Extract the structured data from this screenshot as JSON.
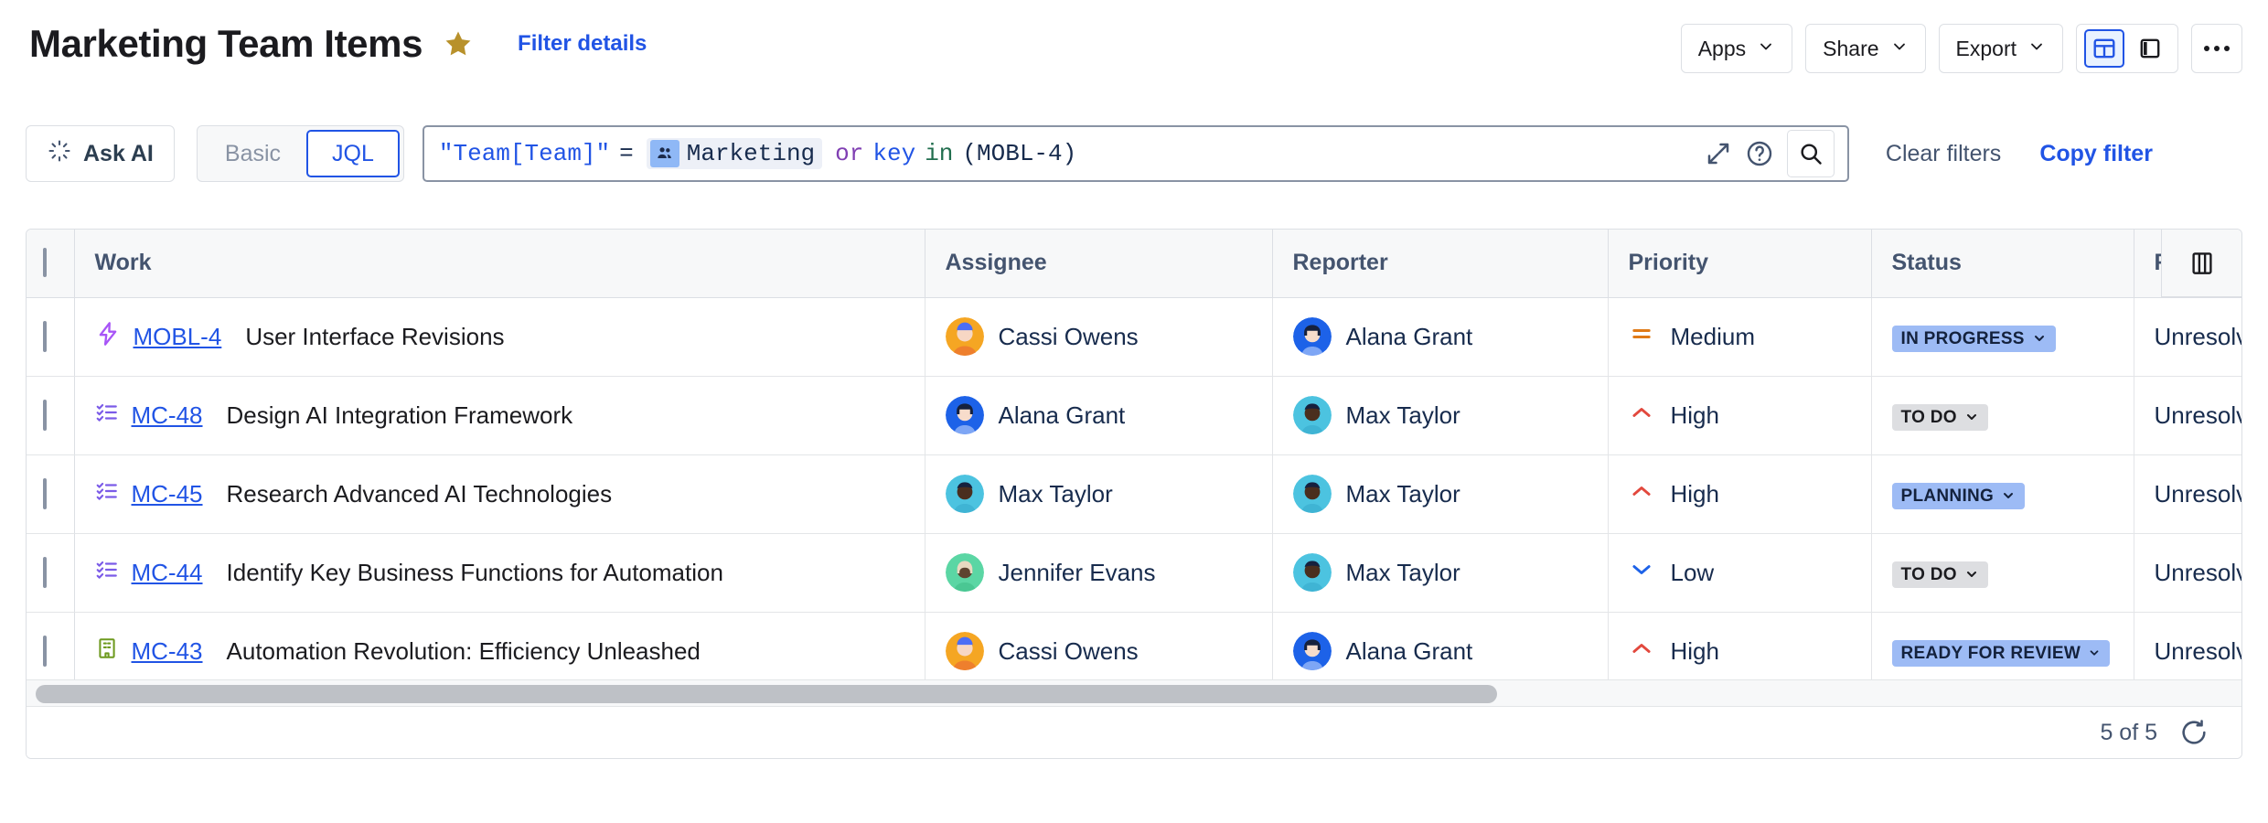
{
  "header": {
    "title": "Marketing Team Items",
    "star_icon": "star-icon",
    "filter_details_label": "Filter details",
    "actions": {
      "apps_label": "Apps",
      "share_label": "Share",
      "export_label": "Export",
      "detail_view_icon": "table-view-icon",
      "split_view_icon": "split-view-icon",
      "more_icon": "more-actions-icon"
    }
  },
  "filter_bar": {
    "ask_ai_label": "Ask AI",
    "ask_ai_icon": "sparkle-icon",
    "mode_basic_label": "Basic",
    "mode_jql_label": "JQL",
    "active_mode": "JQL",
    "jql": {
      "field": "\"Team[Team]\"",
      "operator": "=",
      "chip_icon": "team-avatar-icon",
      "chip_value": "Marketing",
      "conjunction": "or",
      "second_field": "key",
      "second_operator": "in",
      "second_value": "(MOBL-4)",
      "full_text": "\"Team[Team]\" = Marketing or key in (MOBL-4)"
    },
    "expand_icon": "expand-icon",
    "help_icon": "help-icon",
    "search_icon": "search-icon",
    "clear_filters_label": "Clear filters",
    "copy_filter_label": "Copy filter"
  },
  "table": {
    "select_all_icon": "checkbox-unchecked-icon",
    "column_settings_icon": "column-settings-icon",
    "columns": [
      {
        "key": "work",
        "label": "Work"
      },
      {
        "key": "assignee",
        "label": "Assignee"
      },
      {
        "key": "reporter",
        "label": "Reporter"
      },
      {
        "key": "priority",
        "label": "Priority"
      },
      {
        "key": "status",
        "label": "Status"
      },
      {
        "key": "resolution",
        "label": "R"
      }
    ],
    "rows": [
      {
        "type_icon": "story-lightning-icon",
        "type_color": "#A855F7",
        "key": "MOBL-4",
        "summary": "User Interface Revisions",
        "assignee": "Cassi Owens",
        "assignee_avatar_color": "#F5A623",
        "reporter": "Alana Grant",
        "reporter_avatar_color": "#1D62E8",
        "priority": "Medium",
        "priority_icon": "priority-medium-icon",
        "priority_color": "#E07A17",
        "status": "IN PROGRESS",
        "status_style": "blue",
        "resolution": "Unresolved"
      },
      {
        "type_icon": "task-checklist-icon",
        "type_color": "#7B5BE8",
        "key": "MC-48",
        "summary": "Design AI Integration Framework",
        "assignee": "Alana Grant",
        "assignee_avatar_color": "#1D62E8",
        "reporter": "Max Taylor",
        "reporter_avatar_color": "#4CC3E0",
        "priority": "High",
        "priority_icon": "priority-high-icon",
        "priority_color": "#E2483D",
        "status": "TO DO",
        "status_style": "grey",
        "resolution": "Unresolved"
      },
      {
        "type_icon": "task-checklist-icon",
        "type_color": "#7B5BE8",
        "key": "MC-45",
        "summary": "Research Advanced AI Technologies",
        "assignee": "Max Taylor",
        "assignee_avatar_color": "#4CC3E0",
        "reporter": "Max Taylor",
        "reporter_avatar_color": "#4CC3E0",
        "priority": "High",
        "priority_icon": "priority-high-icon",
        "priority_color": "#E2483D",
        "status": "PLANNING",
        "status_style": "blue",
        "resolution": "Unresolved"
      },
      {
        "type_icon": "task-checklist-icon",
        "type_color": "#7B5BE8",
        "key": "MC-44",
        "summary": "Identify Key Business Functions for Automation",
        "assignee": "Jennifer Evans",
        "assignee_avatar_color": "#5BD6A4",
        "reporter": "Max Taylor",
        "reporter_avatar_color": "#4CC3E0",
        "priority": "Low",
        "priority_icon": "priority-low-icon",
        "priority_color": "#1D62E8",
        "status": "TO DO",
        "status_style": "grey",
        "resolution": "Unresolved"
      },
      {
        "type_icon": "business-building-icon",
        "type_color": "#6E9A1F",
        "key": "MC-43",
        "summary": "Automation Revolution: Efficiency Unleashed",
        "assignee": "Cassi Owens",
        "assignee_avatar_color": "#F5A623",
        "reporter": "Alana Grant",
        "reporter_avatar_color": "#1D62E8",
        "priority": "High",
        "priority_icon": "priority-high-icon",
        "priority_color": "#E2483D",
        "status": "READY FOR REVIEW",
        "status_style": "blue",
        "resolution": "Unresolved"
      }
    ],
    "footer": {
      "count_label": "5 of 5",
      "refresh_icon": "refresh-icon"
    }
  },
  "colors": {
    "link_blue": "#2154E5",
    "star_gold": "#B8912B",
    "status_blue_bg": "#9DBBF5",
    "status_grey_bg": "#DDDEE1",
    "border": "#DCDFE4",
    "header_bg": "#F7F8F9"
  }
}
